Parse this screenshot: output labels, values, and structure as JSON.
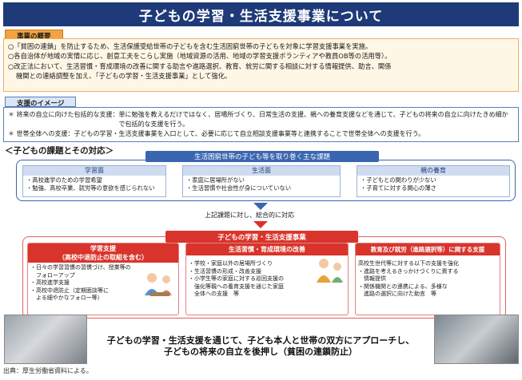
{
  "title": "子どもの学習・生活支援事業について",
  "overview": {
    "label": "事業の概要",
    "lines": [
      "○「貧困の連鎖」を防止するため、生活保護受給世帯の子どもを含む生活困窮世帯の子どもを対象に学習支援事業を実施。",
      "○各自治体が地域の実情に応じ、創意工夫をこらし実施（地域資源の活用、地域の学習支援ボランティアや教員OB等の活用等）。",
      "○改正法において、生活習慣・育成環境の改善に関する助言や進路選択、教育、就労に関する相談に対する情報提供、助言、関係",
      "機関との連絡調整を加え、「子どもの学習・生活支援事業」として強化。"
    ]
  },
  "image": {
    "label": "支援のイメージ",
    "rows": [
      {
        "lbl": "＊ 将来の自立に向けた包括的な支援：",
        "txt": "単に勉強を教えるだけではなく、居場所づくり、日常生活の支援、親への養育支援などを通じて、子どもの将来の自立に向けたきめ細かで包括的な支援を行う。"
      },
      {
        "lbl": "＊ 世帯全体への支援：",
        "txt": "子どもの学習・生活支援事業を入口として、必要に応じて自立相談支援事業等と連携することで世帯全体への支援を行う。"
      }
    ]
  },
  "issues": {
    "heading": "＜子どもの課題とその対応＞",
    "banner": "生活困窮世帯の子ども等を取り巻く主な課題",
    "columns": [
      {
        "head": "学習面",
        "items": [
          "・高校進学のための学習希望",
          "・勉強、高校卒業、就労等の意欲を感じられない"
        ]
      },
      {
        "head": "生活面",
        "items": [
          "・家庭に居場所がない",
          "・生活習慣や社会性が身についていない"
        ]
      },
      {
        "head": "親の養育",
        "items": [
          "・子どもとの関わりが少ない",
          "・子育てに対する関心の薄さ"
        ]
      }
    ],
    "link_text": "上記課題に対し、総合的に対応"
  },
  "support": {
    "banner": "子どもの学習・生活支援事業",
    "columns": [
      {
        "head1": "学習支援",
        "head2": "（高校中退防止の取組を含む）",
        "items": [
          "・日々の学習習慣の習慣づけ、授業等の",
          "　フォローアップ",
          "・高校進学支援",
          "・高校中退防止（定期面談等に",
          "　よる細やかなフォロー等）"
        ]
      },
      {
        "head1": "生活習慣・育成環境の改善",
        "head2": "",
        "items": [
          "・学校・家庭以外の居場所づくり",
          "・生活習慣の形成・改善支援",
          "・小学生等の家庭に対する巡回支援の",
          "　強化等親への養育支援を通じた家庭",
          "　全体への支援　等"
        ]
      },
      {
        "head1": "教育及び就労（進路選択等）に関する支援",
        "head2": "",
        "items": [
          "高校生世代等に対する以下の支援を強化",
          "・進路を考えるきっかけづくりに資する",
          "　情報提供",
          "・関係機関との連携による、多様な",
          "　進路の選択に向けた助言　等"
        ]
      }
    ]
  },
  "conclusion": {
    "line1": "子どもの学習・生活支援を通じて、子ども本人と世帯の双方にアプローチし、",
    "line2": "子どもの将来の自立を後押し（貧困の連鎖防止）"
  },
  "source": "出典：厚生労働省資料による。",
  "colors": {
    "title_bg": "#1e3a78",
    "accent_orange": "#f4a340",
    "accent_red": "#d9342b",
    "accent_blue": "#3a66b0"
  }
}
